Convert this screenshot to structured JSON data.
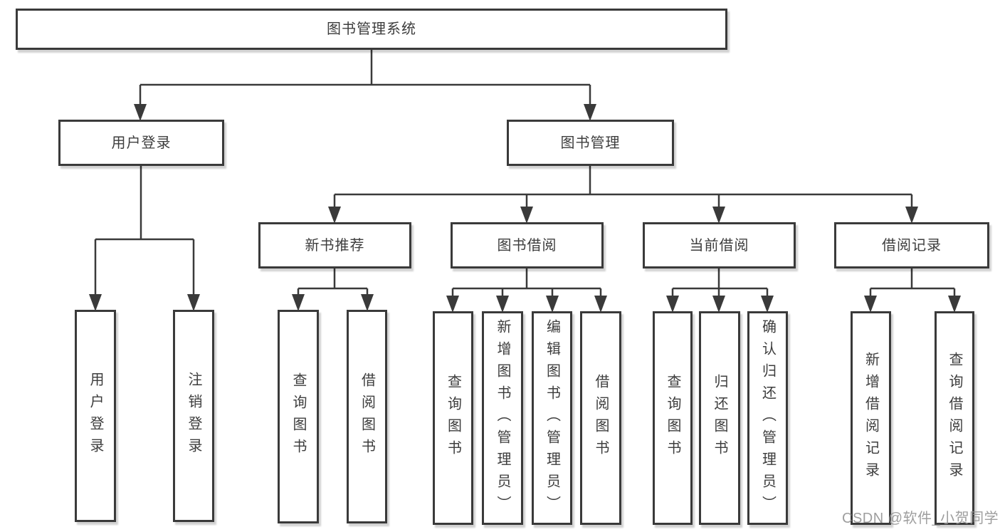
{
  "diagram": {
    "root": {
      "label": "图书管理系统"
    },
    "children": [
      {
        "label": "用户登录",
        "children": [
          {
            "label": "用户登录"
          },
          {
            "label": "注销登录"
          }
        ]
      },
      {
        "label": "图书管理",
        "children": [
          {
            "label": "新书推荐",
            "children": [
              {
                "label": "查询图书"
              },
              {
                "label": "借阅图书"
              }
            ]
          },
          {
            "label": "图书借阅",
            "children": [
              {
                "label": "查询图书"
              },
              {
                "label": "新增图书（管理员）"
              },
              {
                "label": "编辑图书（管理员）"
              },
              {
                "label": "借阅图书"
              }
            ]
          },
          {
            "label": "当前借阅",
            "children": [
              {
                "label": "查询图书"
              },
              {
                "label": "归还图书"
              },
              {
                "label": "确认归还（管理员）"
              }
            ]
          },
          {
            "label": "借阅记录",
            "children": [
              {
                "label": "新增借阅记录"
              },
              {
                "label": "查询借阅记录"
              }
            ]
          }
        ]
      }
    ]
  },
  "watermark": {
    "text": "CSDN @软件_小贺同学"
  },
  "colors": {
    "background": "#ffffff",
    "box_border": "#3a3a3a",
    "connector": "#3a3a3a",
    "text": "#3d3d3d",
    "watermark": "#949494"
  }
}
